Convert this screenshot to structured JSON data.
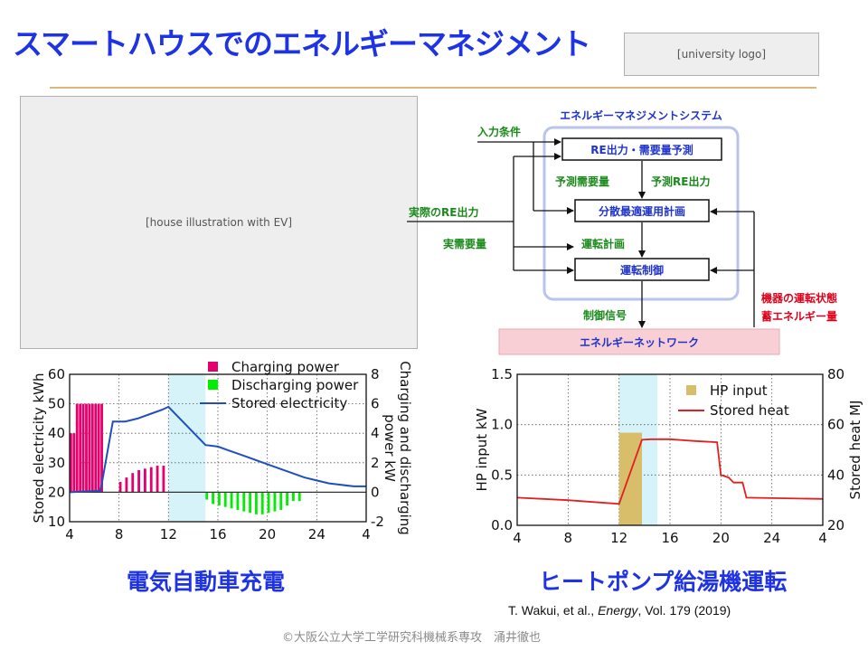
{
  "title": "スマートハウスでのエネルギーマネジメント",
  "logo": {
    "alt": "[university logo]"
  },
  "illustration": {
    "alt": "[house illustration with EV]"
  },
  "ems": {
    "system_title": "エネルギーマネジメントシステム",
    "box_forecast": "RE出力・需要量予測",
    "box_plan": "分散最適運用計画",
    "box_control": "運転制御",
    "network": "エネルギーネットワーク",
    "label_input": "入力条件",
    "label_pred_demand": "予測需要量",
    "label_pred_re": "予測RE出力",
    "label_actual_re": "実際のRE出力",
    "label_actual_demand": "実需要量",
    "label_op_plan": "運転計画",
    "label_ctrl_signal": "制御信号",
    "label_status": "機器の運転状態",
    "label_storage": "蓄エネルギー量"
  },
  "chart_data": [
    {
      "type": "bar",
      "left_axis": {
        "label": "Stored electricity kWh",
        "ylim": [
          10,
          60
        ],
        "ticks": [
          "10",
          "20",
          "30",
          "40",
          "50",
          "60"
        ]
      },
      "right_axis": {
        "label": "Charging and discharging power kW",
        "ylim": [
          -2,
          8
        ],
        "ticks": [
          "-2",
          "0",
          "2",
          "4",
          "6",
          "8"
        ]
      },
      "x_axis": {
        "xlim": [
          4,
          28
        ],
        "ticks": [
          "4",
          "8",
          "12",
          "16",
          "20",
          "24",
          "4"
        ],
        "tick_values": [
          4,
          8,
          12,
          16,
          20,
          24,
          28
        ]
      },
      "highlight": [
        12,
        15
      ],
      "legend_placement": "top-right",
      "grid": true,
      "series": [
        {
          "name": "Charging power",
          "type": "bar",
          "color": "#e6006e",
          "axis": "right",
          "x": [
            4.0,
            4.25,
            4.5,
            4.75,
            5.0,
            5.25,
            5.5,
            5.75,
            6.0,
            6.25,
            6.5,
            8.0,
            8.5,
            9.0,
            9.5,
            10.0,
            10.5,
            11.0,
            11.5
          ],
          "values": [
            4.0,
            4.0,
            6.0,
            6.0,
            6.0,
            6.0,
            6.0,
            6.0,
            6.0,
            6.0,
            6.0,
            0.7,
            1.0,
            1.3,
            1.5,
            1.6,
            1.7,
            1.8,
            1.8
          ]
        },
        {
          "name": "Discharging power",
          "type": "bar",
          "color": "#00ee00",
          "axis": "right",
          "x": [
            15.0,
            15.5,
            16.0,
            16.5,
            17.0,
            17.5,
            18.0,
            18.5,
            19.0,
            19.5,
            20.0,
            20.5,
            21.0,
            21.5,
            22.0,
            22.5
          ],
          "values": [
            -0.5,
            -0.8,
            -0.9,
            -1.0,
            -1.1,
            -1.2,
            -1.3,
            -1.4,
            -1.5,
            -1.5,
            -1.4,
            -1.3,
            -1.2,
            -0.9,
            -0.6,
            -0.6
          ]
        },
        {
          "name": "Stored electricity",
          "type": "line",
          "color": "#1f4fbf",
          "axis": "left",
          "x": [
            4,
            6.5,
            7.5,
            8.5,
            9.5,
            10.5,
            11.5,
            12,
            15,
            16,
            17,
            18,
            19,
            20,
            21,
            22,
            23,
            24,
            25,
            26,
            27,
            28
          ],
          "values": [
            20,
            20.5,
            44,
            44,
            45,
            46.5,
            48,
            49,
            36,
            35.5,
            34,
            32.5,
            31,
            29.5,
            28,
            26.5,
            25,
            24,
            23,
            22.5,
            22,
            22
          ]
        }
      ]
    },
    {
      "type": "bar",
      "left_axis": {
        "label": "HP input kW",
        "ylim": [
          0,
          1.5
        ],
        "ticks": [
          "0.0",
          "0.5",
          "1.0",
          "1.5"
        ]
      },
      "right_axis": {
        "label": "Stored heat MJ",
        "ylim": [
          20,
          80
        ],
        "ticks": [
          "20",
          "40",
          "60",
          "80"
        ]
      },
      "x_axis": {
        "xlim": [
          4,
          28
        ],
        "ticks": [
          "4",
          "8",
          "12",
          "16",
          "20",
          "24",
          "4"
        ],
        "tick_values": [
          4,
          8,
          12,
          16,
          20,
          24,
          28
        ]
      },
      "highlight": [
        12,
        15
      ],
      "legend_placement": "top-right",
      "grid": true,
      "series": [
        {
          "name": "HP input",
          "type": "bar",
          "color": "#d8bd6a",
          "axis": "left",
          "x": [
            12.0
          ],
          "width": 1.8,
          "values": [
            0.92
          ]
        },
        {
          "name": "Stored heat",
          "type": "line",
          "color": "#e02020",
          "axis": "right",
          "x": [
            4,
            8,
            12,
            13.8,
            14.5,
            16,
            18,
            19.7,
            20,
            20.6,
            21,
            21.7,
            22,
            28
          ],
          "values": [
            31,
            30,
            28.5,
            54,
            54.2,
            54.2,
            53.5,
            53,
            40,
            39,
            37,
            37,
            31,
            30.5
          ]
        }
      ]
    }
  ],
  "captions": {
    "left": "電気自動車充電",
    "right": "ヒートポンプ給湯機運転"
  },
  "citation": {
    "authors": "T. Wakui, et al., ",
    "journal": "Energy",
    "rest": ", Vol. 179 (2019)"
  },
  "copyright": "©大阪公立大学工学研究科機械系専攻　涌井徹也"
}
